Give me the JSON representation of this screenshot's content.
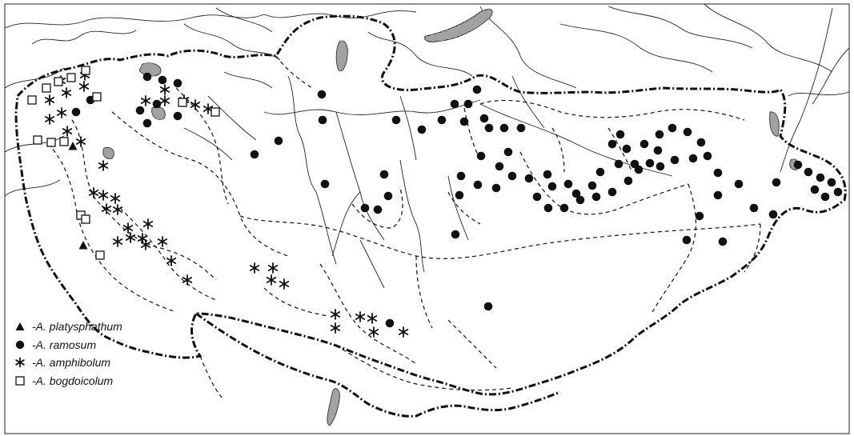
{
  "legend": [
    {
      "symbol": "triangle",
      "label": "-A. platysphathum"
    },
    {
      "symbol": "circle",
      "label": "-A. ramosum"
    },
    {
      "symbol": "asterisk",
      "label": "-A. amphibolum"
    },
    {
      "symbol": "square",
      "label": "-A. bogdoicolum"
    }
  ],
  "colors": {
    "ink": "#111111",
    "lake_hatch": "#555555",
    "paper": "#ffffff"
  }
}
